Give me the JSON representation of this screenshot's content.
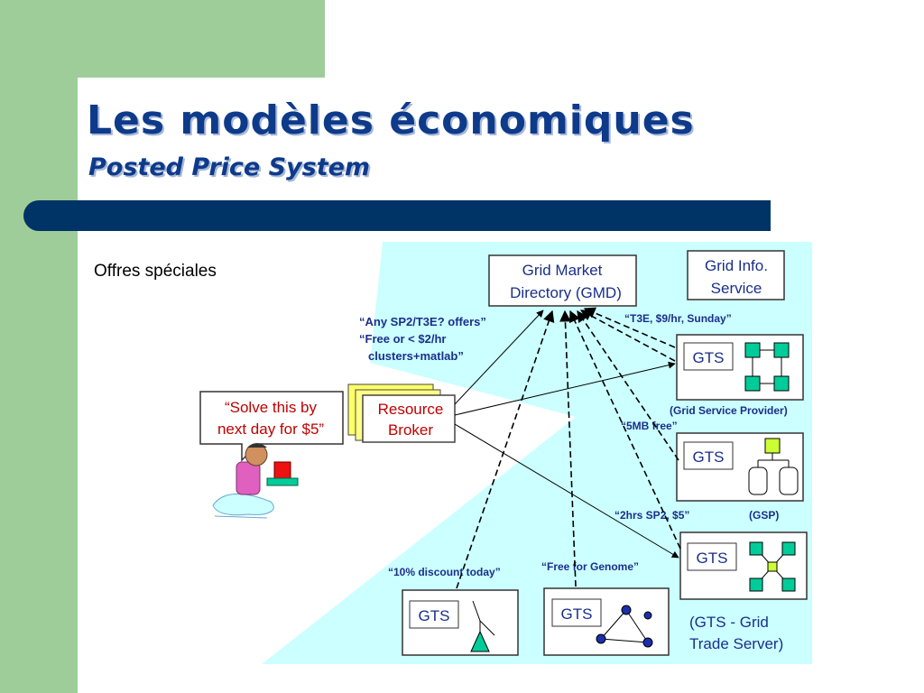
{
  "slide": {
    "title": "Les modèles économiques",
    "subtitle": "Posted Price System",
    "bullet": "Offres spéciales"
  },
  "colors": {
    "green": "#9fcd9a",
    "navy": "#003366",
    "title_blue": "#0e3a8a",
    "diagram_bg": "#ccffff",
    "label_blue": "#1a2f8a",
    "teal": "#00cc99"
  },
  "diagram": {
    "gmd": [
      "Grid Market",
      "Directory (GMD)"
    ],
    "gis": [
      "Grid Info.",
      "Service"
    ],
    "broker": [
      "Resource",
      "Broker"
    ],
    "user_bubble": [
      "“Solve this by",
      "next day for $5”"
    ],
    "query": [
      "“Any SP2/T3E? offers”",
      "“Free or < $2/hr",
      "clusters+matlab”"
    ],
    "offer_t3e": "“T3E, $9/hr, Sunday”",
    "gsp_full": "(Grid Service Provider)",
    "offer_5mb": "“5MB free”",
    "offer_2hrs": "“2hrs SP2, $5”",
    "gsp_short": "(GSP)",
    "offer_10pct": "“10% discount today”",
    "offer_genome": "“Free for Genome”",
    "gts_label": "GTS",
    "gts_legend": [
      "(GTS - Grid",
      "Trade Server)"
    ]
  }
}
